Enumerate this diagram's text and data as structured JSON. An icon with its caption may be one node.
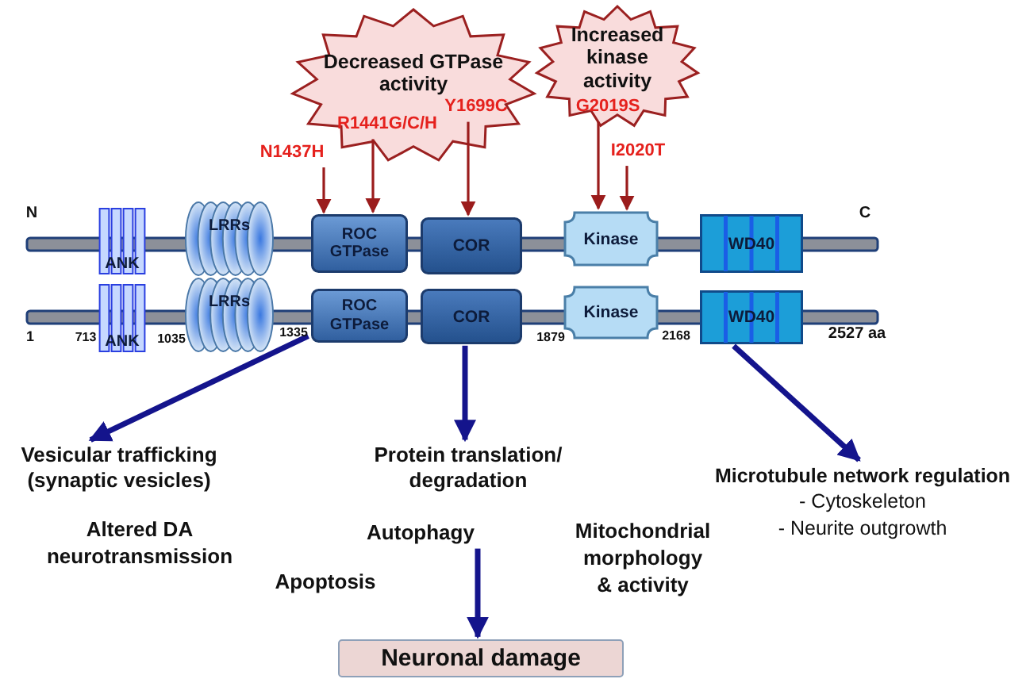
{
  "diagram": {
    "nodes": [
      {
        "text": [
          "Decreased GTPase activity"
        ]
      },
      {
        "text": [
          "R1441G/C/H"
        ],
        "in": 0
      },
      {
        "text": [
          "Y1699C"
        ],
        "in": 0
      },
      {
        "text": [
          "Increased kinase activity"
        ]
      },
      {
        "text": [
          "G2019S"
        ],
        "in": 3
      },
      {
        "text": [
          "N1437H"
        ]
      },
      {
        "text": [
          "I2020T"
        ]
      },
      {
        "text": [
          "ANK"
        ]
      },
      {
        "text": [
          "LRRs"
        ]
      },
      {
        "text": [
          "ROC GTPase"
        ]
      },
      {
        "text": [
          "COR"
        ]
      },
      {
        "text": [
          "Kinase"
        ]
      },
      {
        "text": [
          "WD40"
        ]
      },
      {
        "text": [
          "ANK"
        ]
      },
      {
        "text": [
          "LRRs"
        ]
      },
      {
        "text": [
          "ROC GTPase"
        ]
      },
      {
        "text": [
          "COR"
        ]
      },
      {
        "text": [
          "Kinase"
        ]
      },
      {
        "text": [
          "WD40"
        ]
      },
      {
        "text": [
          "Vesicular trafficking (synaptic vesicles)"
        ]
      },
      {
        "text": [
          "Protein translation/ degradation"
        ]
      },
      {
        "text": [
          "Microtubule network regulation",
          "- Cytoskeleton",
          "- Neurite outgrowth"
        ]
      },
      {
        "text": [
          "Neuronal damage"
        ]
      },
      {
        "text": [
          "Autophagy"
        ]
      }
    ],
    "edges": [
      {
        "from": 5,
        "to": 9,
        "arrow": "to"
      },
      {
        "from": 1,
        "to": 9,
        "arrow": "to"
      },
      {
        "from": 2,
        "to": 10,
        "arrow": "to"
      },
      {
        "from": 4,
        "to": 11,
        "arrow": "to"
      },
      {
        "from": 6,
        "to": 11,
        "arrow": "to"
      },
      {
        "from": 15,
        "to": 19,
        "arrow": "to",
        "style": "thick",
        "color": "#14148c"
      },
      {
        "from": 16,
        "to": 20,
        "arrow": "to",
        "style": "thick",
        "color": "#14148c"
      },
      {
        "from": 18,
        "to": 21,
        "arrow": "to",
        "style": "thick",
        "color": "#14148c"
      },
      {
        "from": 23,
        "to": 22,
        "arrow": "to",
        "style": "thick",
        "color": "#14148c"
      }
    ],
    "labels": [
      "N",
      "C",
      "1",
      "713",
      "1035",
      "1335",
      "1879",
      "2168",
      "2527 aa",
      "Altered DA neurotransmission",
      "Mitochondrial morphology & activity",
      "Apoptosis"
    ]
  }
}
